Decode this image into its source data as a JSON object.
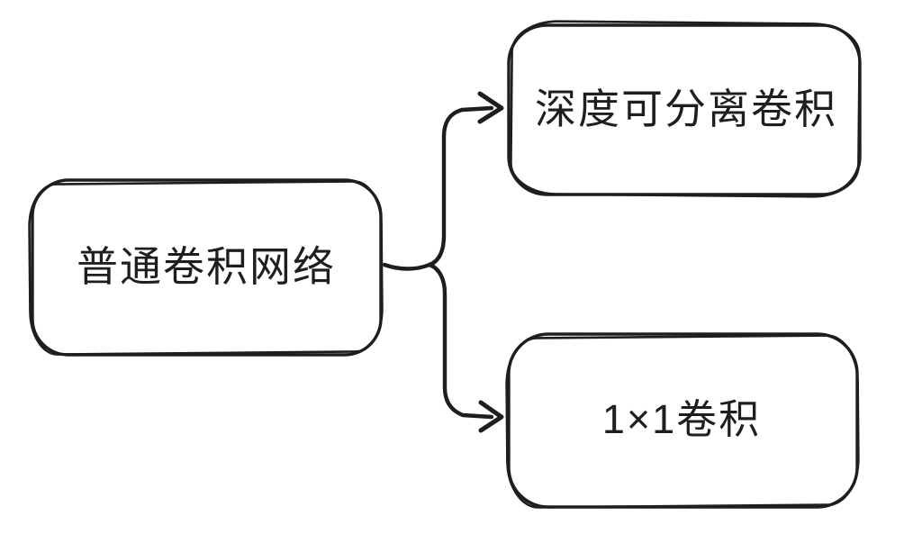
{
  "canvas": {
    "background_color": "#ffffff",
    "stroke_color": "#1e1e1e",
    "style": "hand-drawn whiteboard sketch"
  },
  "nodes": {
    "source": {
      "label": "普通卷积网络"
    },
    "branch_top": {
      "label": "深度可分离卷积"
    },
    "branch_bottom": {
      "label": "1×1卷积"
    }
  },
  "edges": [
    {
      "from": "普通卷积网络",
      "to": "深度可分离卷积",
      "arrow": "right"
    },
    {
      "from": "普通卷积网络",
      "to": "1×1卷积",
      "arrow": "right"
    }
  ]
}
